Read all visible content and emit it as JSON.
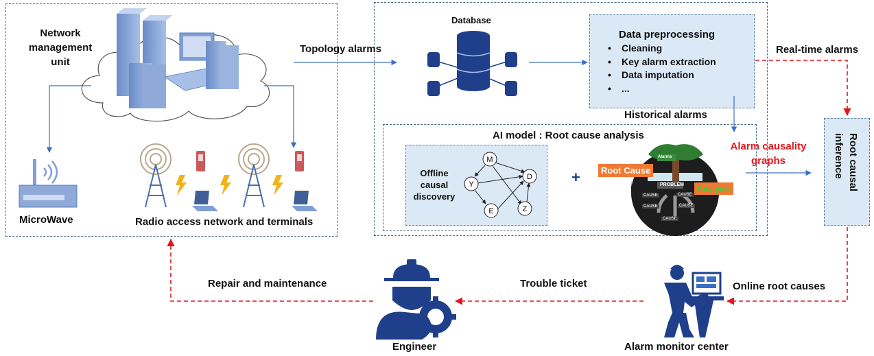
{
  "labels": {
    "network_mgmt": "Network\nmanagement\nunit",
    "microwave": "MicroWave",
    "ran": "Radio access network and terminals",
    "topology_alarms": "Topology alarms",
    "database": "Database",
    "preprocessing_title": "Data preprocessing",
    "preprocessing_items": [
      "Cleaning",
      "Key alarm extraction",
      "Data imputation",
      "..."
    ],
    "realtime_alarms": "Real-time alarms",
    "historical_alarms": "Historical alarms",
    "ai_model": "AI model : Root cause analysis",
    "offline_causal": "Offline\ncausal\ndiscovery",
    "plus": "+",
    "alarm_causality": "Alarm causality\ngraphs",
    "root_causal_inference": "Root causal\ninference",
    "online_root_causes": "Online root causes",
    "trouble_ticket": "Trouble ticket",
    "repair": "Repair and maintenance",
    "engineer": "Engineer",
    "alarm_monitor": "Alarm monitor center"
  },
  "graph_nodes": [
    "M",
    "D",
    "Y",
    "E",
    "Z"
  ],
  "tree_labels": {
    "root_cause": "Root Cause",
    "analysis": "Analysis",
    "problem": "PROBLEM",
    "cause": "CAUSE",
    "alarms": "Alarms"
  },
  "colors": {
    "blue_arrow": "#3a6fc4",
    "red_arrow": "#e4151b",
    "box_fill": "#dbe8f5",
    "icon_blue": "#1f3f8a",
    "server_blue": "#7f9fd6"
  }
}
